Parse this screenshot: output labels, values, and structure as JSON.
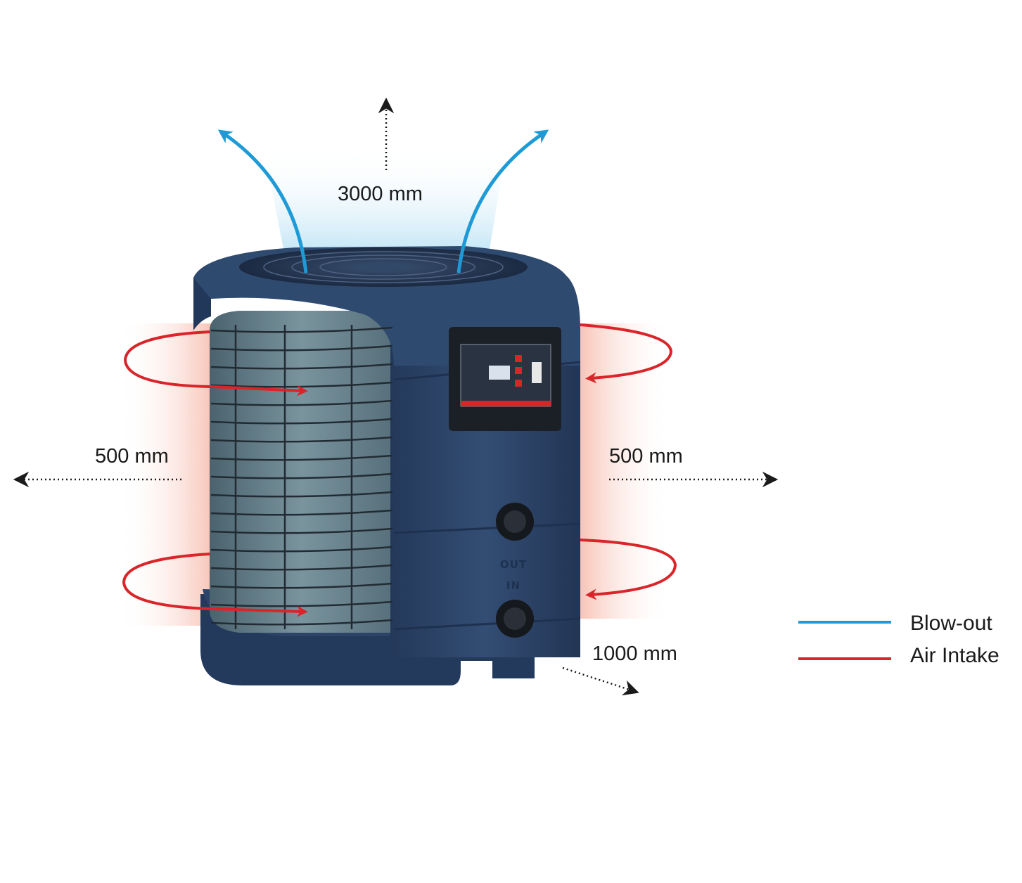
{
  "dimensions": {
    "top": "3000 mm",
    "left": "500 mm",
    "right": "500 mm",
    "front": "1000 mm"
  },
  "ports": {
    "out": "OUT",
    "in": "IN"
  },
  "legend": {
    "blow_out": {
      "label": "Blow-out",
      "color": "#1e9ad6"
    },
    "air_intake": {
      "label": "Air Intake",
      "color": "#d9252a"
    }
  },
  "colors": {
    "unit_body": "#2c4366",
    "unit_dark": "#1e3150",
    "coil": "#5f7b86",
    "arrow_black": "#1a1a1a"
  }
}
